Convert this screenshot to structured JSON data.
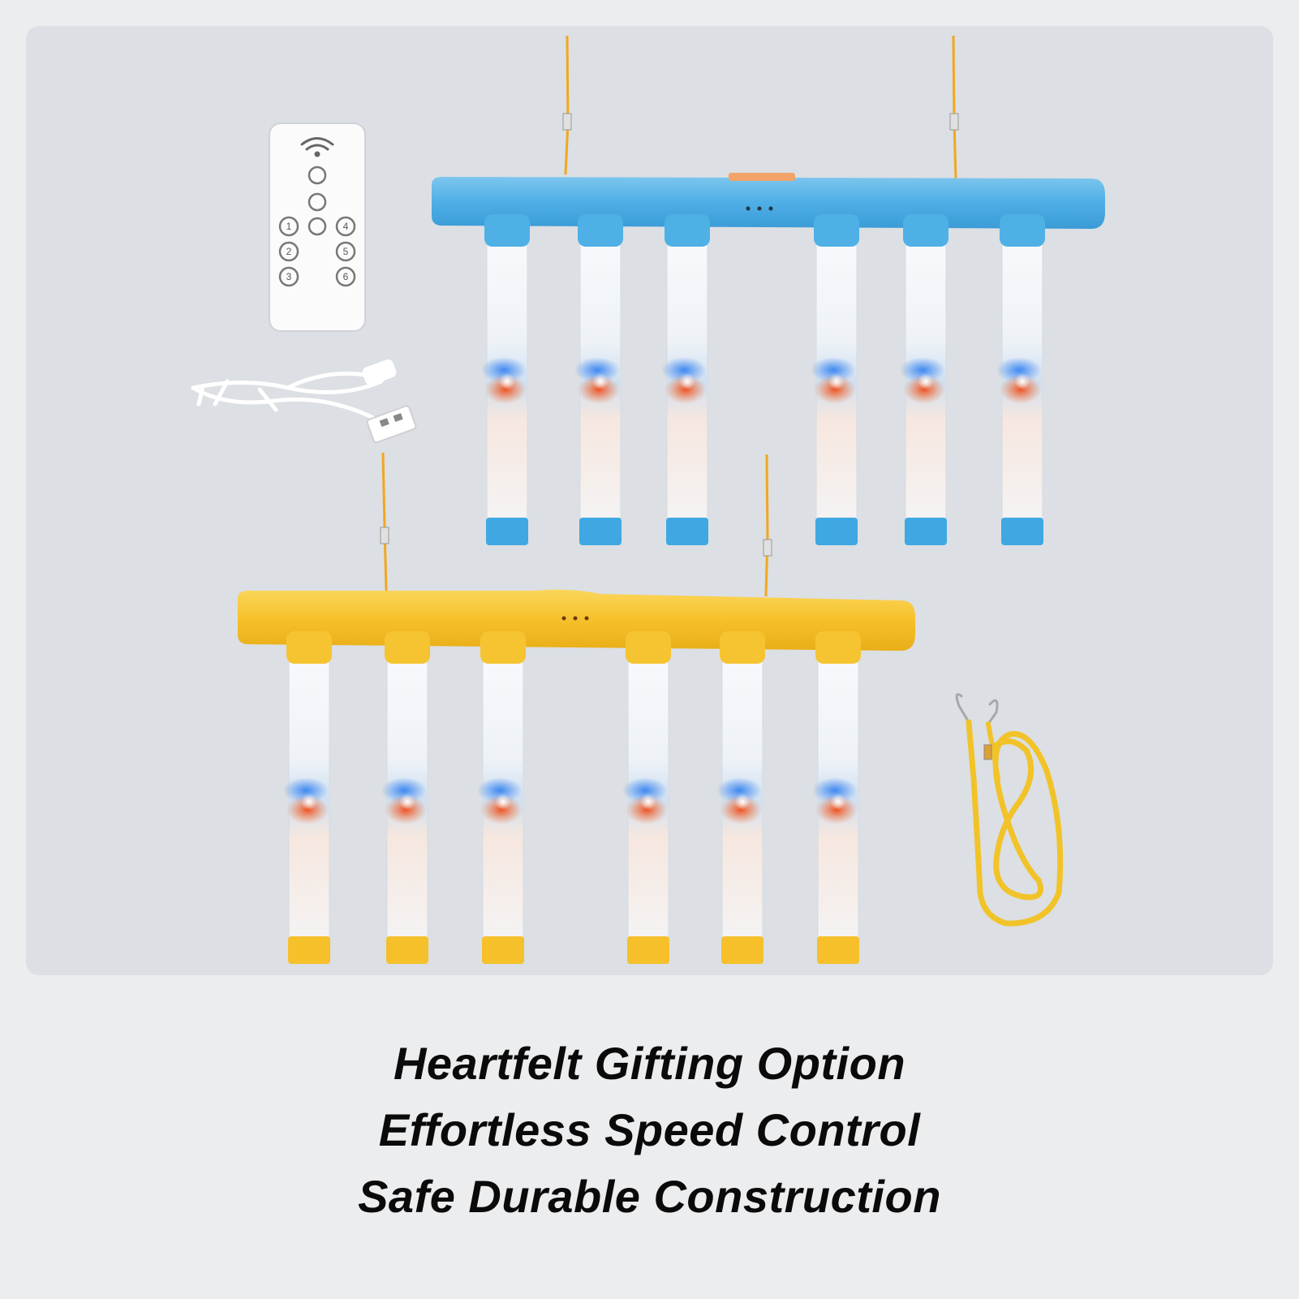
{
  "product": {
    "remote": {
      "name": "remote-control",
      "buttons": [
        "1",
        "2",
        "3",
        "4",
        "5",
        "6"
      ]
    },
    "bars": [
      {
        "name": "blue-light-bar",
        "color": "#55b2e6",
        "tubes": 6
      },
      {
        "name": "yellow-light-bar",
        "color": "#f6c430",
        "tubes": 6
      }
    ],
    "accessories": [
      "usb-charging-cable",
      "hanging-lanyard"
    ]
  },
  "colors": {
    "background": "#ecedef",
    "panel": "#dcdfe3",
    "blue": "#55b2e6",
    "yellow": "#f6c430",
    "cord": "#f0a820",
    "caption_text": "#0a0a0a"
  },
  "captions": [
    "Heartfelt Gifting Option",
    "Effortless Speed Control",
    "Safe Durable Construction"
  ]
}
